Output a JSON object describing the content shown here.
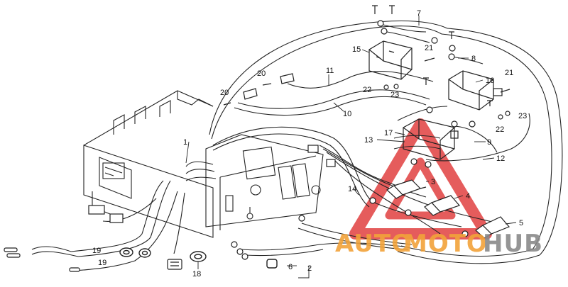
{
  "diagram": {
    "labels": {
      "p1": "1",
      "p2": "2",
      "p3": "3",
      "p4": "4",
      "p5": "5",
      "p6": "6",
      "p7": "7",
      "p8": "8",
      "p9": "9",
      "p10": "10",
      "p11": "11",
      "p12": "12",
      "p13": "13",
      "p14": "14",
      "p15": "15",
      "p16": "16",
      "p17": "17",
      "p18": "18",
      "p19a": "19",
      "p19b": "19",
      "p20a": "20",
      "p20b": "20",
      "p21a": "21",
      "p21b": "21",
      "p22a": "22",
      "p22b": "22",
      "p23a": "23",
      "p23b": "23"
    }
  },
  "watermark": {
    "brand_part1": "AUTO",
    "brand_part2": "MOTO",
    "brand_part3": "HUB",
    "colors": {
      "orange": "#f2a33a",
      "gray": "#8a8a8a",
      "red": "#e04040"
    }
  }
}
